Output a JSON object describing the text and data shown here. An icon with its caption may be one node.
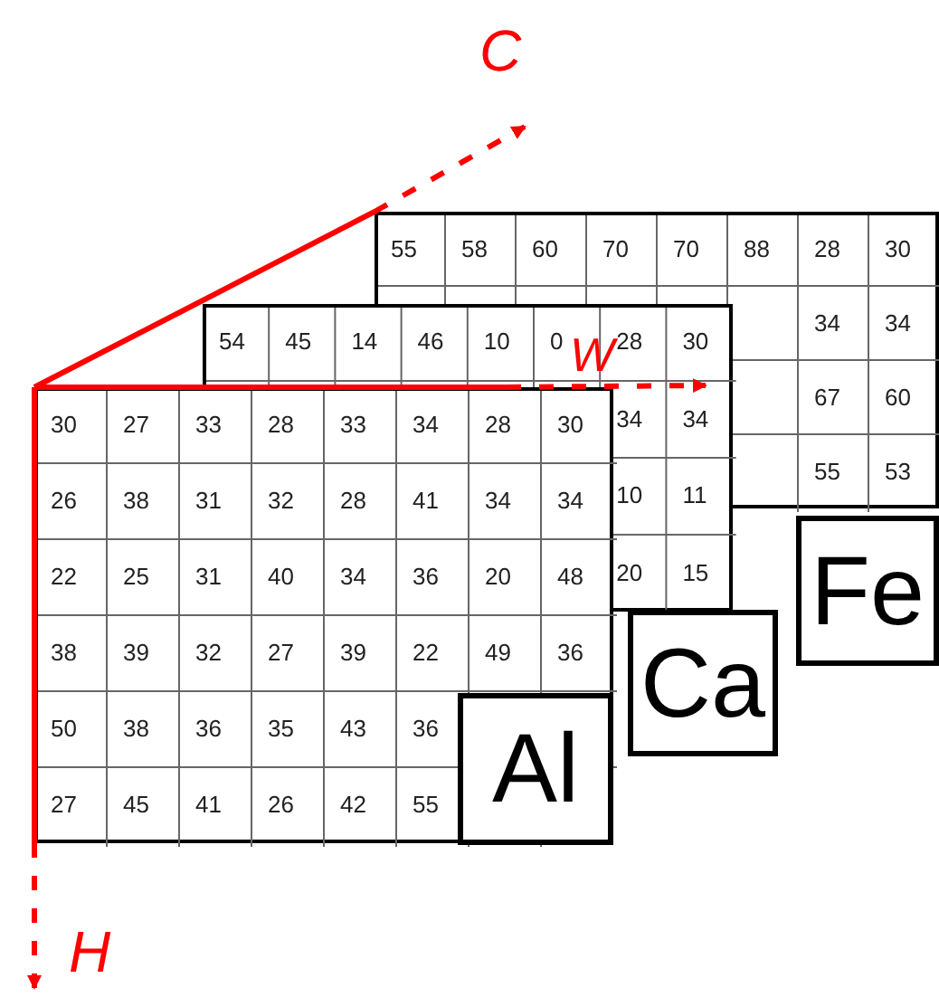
{
  "diagram": {
    "nodes": [
      {
        "text": [
          "Fe"
        ]
      },
      {
        "text": [
          "Ca"
        ]
      },
      {
        "text": [
          "Al"
        ]
      }
    ],
    "labels": [
      "C",
      "55",
      "58",
      "60",
      "70",
      "70",
      "88",
      "28",
      "30",
      "34",
      "34",
      "67",
      "60",
      "55",
      "53",
      "54",
      "45",
      "14",
      "46",
      "10",
      "0",
      "28",
      "30",
      "34",
      "34",
      "10",
      "11",
      "20",
      "15",
      "W",
      "30",
      "27",
      "33",
      "28",
      "33",
      "34",
      "28",
      "30",
      "26",
      "38",
      "31",
      "32",
      "28",
      "41",
      "34",
      "34",
      "22",
      "25",
      "31",
      "40",
      "34",
      "36",
      "20",
      "48",
      "38",
      "39",
      "32",
      "27",
      "39",
      "22",
      "49",
      "36",
      "50",
      "38",
      "36",
      "35",
      "43",
      "36",
      "27",
      "45",
      "41",
      "26",
      "42",
      "55",
      "H"
    ]
  }
}
